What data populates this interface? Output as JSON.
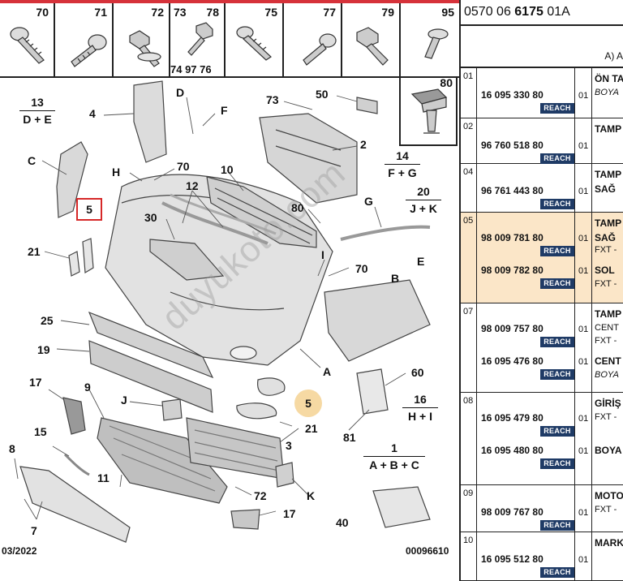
{
  "diagram": {
    "fastener_numbers": [
      "70",
      "71",
      "72",
      "73",
      "78",
      "75",
      "77",
      "79",
      "95"
    ],
    "sub_numbers_73": "74 97 76",
    "extra_box_number": "80",
    "callouts": {
      "c13": "13",
      "c13b": "D + E",
      "c4": "4",
      "cD": "D",
      "cF": "F",
      "c73": "73",
      "c50": "50",
      "c2": "2",
      "c14": "14",
      "c14b": "F + G",
      "c20": "20",
      "c20b": "J + K",
      "cC": "C",
      "cH": "H",
      "c70a": "70",
      "c10": "10",
      "c12": "12",
      "c30": "30",
      "c80": "80",
      "cG": "G",
      "c21a": "21",
      "cI": "I",
      "c70b": "70",
      "cE": "E",
      "cB": "B",
      "c25": "25",
      "c19": "19",
      "cA": "A",
      "c60": "60",
      "c17a": "17",
      "c9": "9",
      "cJ": "J",
      "c21b": "21",
      "c16": "16",
      "c16b": "H + I",
      "c3": "3",
      "c81": "81",
      "c15": "15",
      "c8": "8",
      "c1": "1",
      "c1b": "A + B + C",
      "c11": "11",
      "c72": "72",
      "cK": "K",
      "c7": "7",
      "c17b": "17",
      "c40": "40"
    },
    "highlighted_part": "5",
    "badge_part": "5",
    "watermark": "duyukoto.com",
    "date_code": "03/2022",
    "drawing_number": "00096610"
  },
  "parts_table": {
    "reference": {
      "prefix": "0570 06 ",
      "bold": "6175",
      "suffix": " 01A"
    },
    "subheader": "A) A",
    "rows": [
      {
        "no": "01",
        "lines": [
          {
            "part": "16 095 330 80",
            "reach": "REACH",
            "qty": "01",
            "desc": "ÖN TA",
            "desc2": "BOYA"
          }
        ]
      },
      {
        "no": "02",
        "lines": [
          {
            "part": "96 760 518 80",
            "reach": "REACH",
            "qty": "01",
            "desc": "TAMP"
          }
        ]
      },
      {
        "no": "04",
        "lines": [
          {
            "part": "96 761 443 80",
            "reach": "REACH",
            "qty": "01",
            "desc": "TAMP",
            "desc2": "SAĞ"
          }
        ]
      },
      {
        "no": "05",
        "highlight": true,
        "lines": [
          {
            "part": "98 009 781 80",
            "reach": "REACH",
            "qty": "01",
            "desc": "TAMP",
            "desc2": "SAĞ",
            "desc3": "FXT -"
          },
          {
            "part": "98 009 782 80",
            "reach": "REACH",
            "qty": "01",
            "desc": "SOL",
            "desc2": "FXT -"
          }
        ]
      },
      {
        "no": "07",
        "lines": [
          {
            "part": "98 009 757 80",
            "reach": "REACH",
            "qty": "01",
            "desc": "TAMP",
            "desc2": "CENT",
            "desc3": "FXT -"
          },
          {
            "part": "16 095 476 80",
            "reach": "REACH",
            "qty": "01",
            "desc": "CENT",
            "desc2": "BOYA"
          }
        ]
      },
      {
        "no": "08",
        "lines": [
          {
            "part": "16 095 479 80",
            "reach": "REACH",
            "qty": "01",
            "desc": "GİRİŞ",
            "desc2": "FXT -"
          },
          {
            "part": "16 095 480 80",
            "reach": "REACH",
            "qty": "01",
            "desc": "BOYA"
          }
        ]
      },
      {
        "no": "09",
        "lines": [
          {
            "part": "98 009 767 80",
            "reach": "REACH",
            "qty": "01",
            "desc": "MOTO",
            "desc2": "FXT -"
          }
        ]
      },
      {
        "no": "10",
        "lines": [
          {
            "part": "16 095 512 80",
            "reach": "REACH",
            "qty": "01",
            "desc": "MARK"
          }
        ]
      }
    ]
  }
}
